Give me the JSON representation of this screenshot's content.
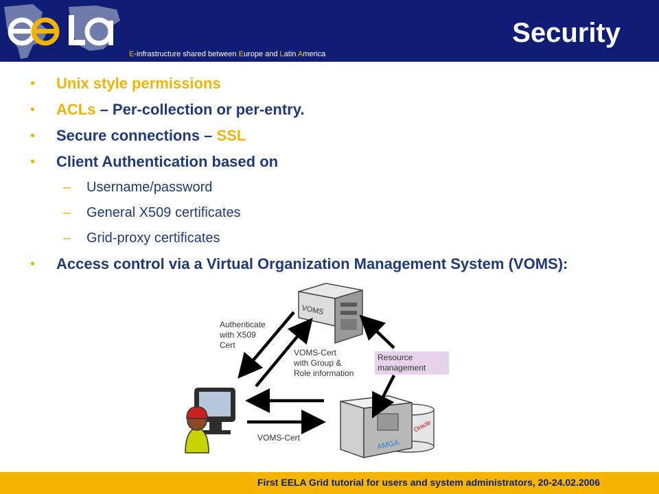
{
  "header": {
    "tagline": {
      "e": "E",
      "t1": "-infrastructure shared between ",
      "eu": "E",
      "t2": "urope and ",
      "la": "L",
      "t3": "atin ",
      "am": "A",
      "t4": "merica"
    },
    "title": "Security"
  },
  "bullets": {
    "unix": "Unix style permissions",
    "acl_hl": "ACLs",
    "acl_rest": " – Per-collection or per-entry.",
    "secure_main": "Secure connections – ",
    "secure_hl": "SSL",
    "client_auth": "Client Authentication based on",
    "sub": [
      "Username/password",
      "General X509 certificates",
      "Grid-proxy certificates"
    ],
    "voms": "Access control via a Virtual Organization Management System (VOMS):"
  },
  "diagram": {
    "voms_server": "VOMS",
    "auth_line1": "Authenticate",
    "auth_line2": "with X509",
    "auth_line3": "Cert",
    "cert_line1": "VOMS-Cert",
    "cert_line2": "with Group &",
    "cert_line3": "Role information",
    "res_line1": "Resource",
    "res_line2": "management",
    "voms_cert": "VOMS-Cert",
    "amga": "AMGA",
    "oracle": "Oracle"
  },
  "footer": "First EELA Grid tutorial for users and system administrators, 20-24.02.2006",
  "colors": {
    "header_bg": "#0f1d74",
    "accent_yellow": "#f2b400",
    "text_blue": "#1f3a78",
    "footer_bg": "#f5b400"
  }
}
